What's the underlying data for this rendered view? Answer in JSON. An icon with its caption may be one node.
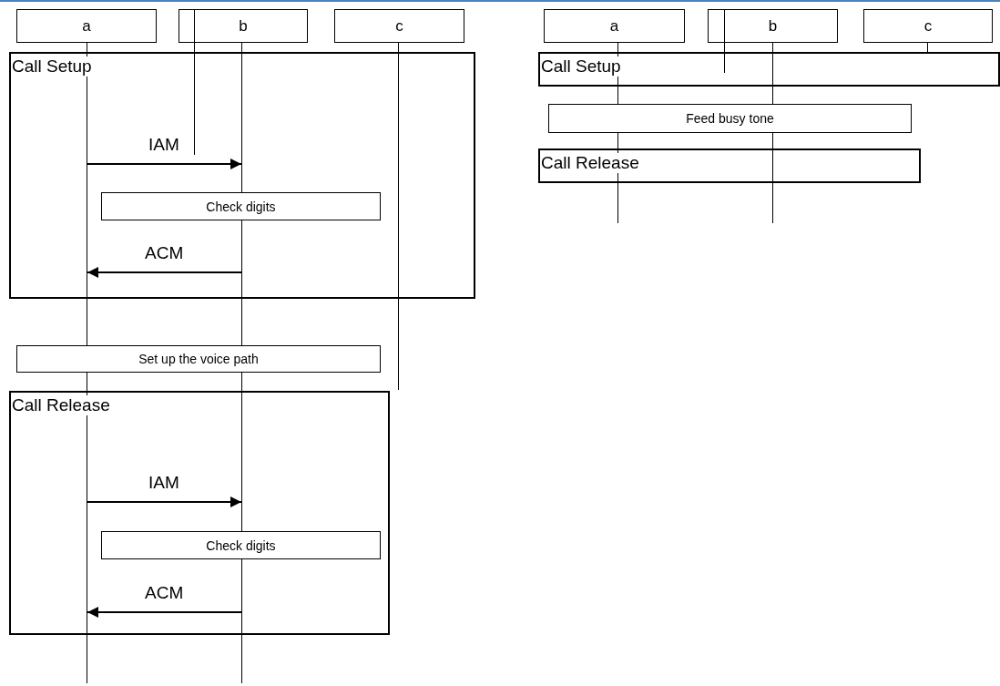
{
  "diagram": {
    "nodes": [
      {
        "text": [
          "a"
        ]
      },
      {
        "text": [
          "b"
        ]
      },
      {
        "text": [
          "c"
        ]
      },
      {
        "text": [
          "a"
        ]
      },
      {
        "text": [
          "b"
        ]
      },
      {
        "text": [
          "c"
        ]
      },
      {
        "text": [
          "Call Setup"
        ]
      },
      {
        "text": [
          "Check digits"
        ],
        "in": 6
      },
      {
        "text": [
          "Set up the voice path"
        ]
      },
      {
        "text": [
          "Call Release"
        ]
      },
      {
        "text": [
          "Check digits"
        ],
        "in": 9
      },
      {
        "text": [
          "Call Setup"
        ]
      },
      {
        "text": [
          "Feed busy tone"
        ]
      },
      {
        "text": [
          "Call Release"
        ]
      },
      {
        "text": [],
        "shape": "line"
      },
      {
        "text": [],
        "shape": "line"
      },
      {
        "text": [],
        "shape": "line"
      },
      {
        "text": [],
        "shape": "line"
      },
      {
        "text": [],
        "shape": "line"
      },
      {
        "text": [],
        "shape": "line"
      }
    ],
    "edges": [
      {
        "from": 14,
        "to": 15,
        "arrow": "to",
        "label": "IAM"
      },
      {
        "from": 15,
        "to": 14,
        "arrow": "to",
        "label": "ACM"
      },
      {
        "from": 14,
        "to": 15,
        "arrow": "to",
        "label": "IAM"
      },
      {
        "from": 15,
        "to": 14,
        "arrow": "to",
        "label": "ACM"
      }
    ]
  }
}
